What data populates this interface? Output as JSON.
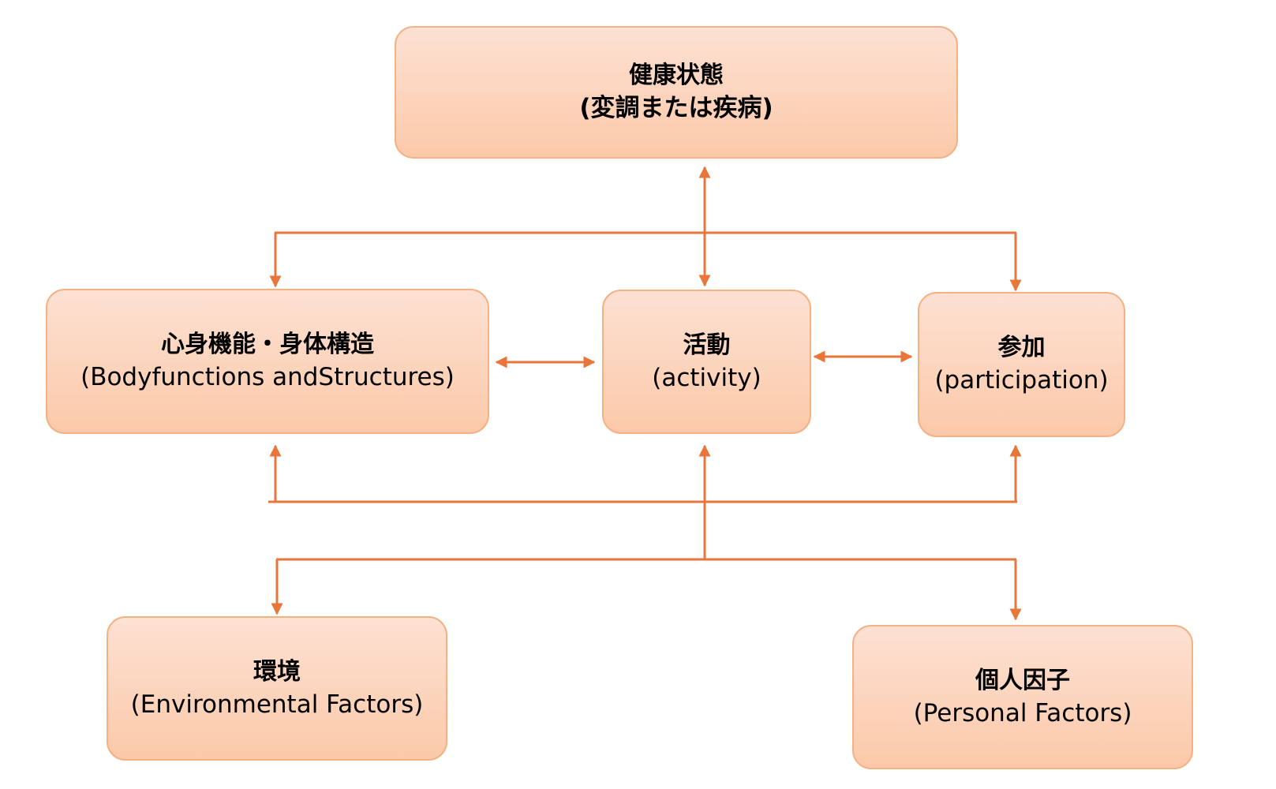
{
  "colors": {
    "connector": "#e8763b",
    "box_border": "#f4b183",
    "box_fill_top": "#fde1d3",
    "box_fill_bottom": "#fbc9a9"
  },
  "nodes": {
    "health": {
      "title": "健康状態",
      "subtitle": "(変調または疾病)"
    },
    "body": {
      "title": "心身機能・身体構造",
      "subtitle": "(Bodyfunctions andStructures)"
    },
    "activity": {
      "title": "活動",
      "subtitle": "(activity)"
    },
    "participation": {
      "title": "参加",
      "subtitle": "(participation)"
    },
    "environmental": {
      "title": "環境",
      "subtitle": "(Environmental Factors)"
    },
    "personal": {
      "title": "個人因子",
      "subtitle": "(Personal Factors)"
    }
  }
}
